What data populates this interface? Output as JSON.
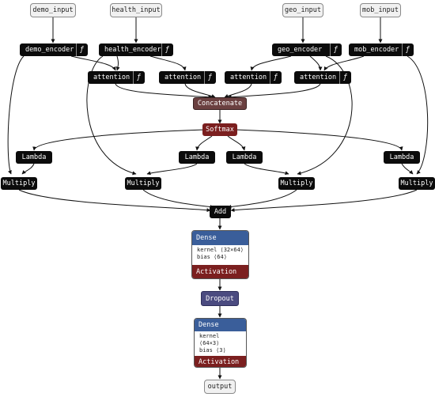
{
  "inputs": {
    "demo": "demo_input",
    "health": "health_input",
    "geo": "geo_input",
    "mob": "mob_input"
  },
  "encoders": {
    "demo": "demo_encoder",
    "health": "health_encoder",
    "geo": "geo_encoder",
    "mob": "mob_encoder"
  },
  "attention": {
    "label": "attention",
    "fn_symbol": "ƒ"
  },
  "concatenate": "Concatenate",
  "softmax": "Softmax",
  "lambda": "Lambda",
  "multiply": "Multiply",
  "add": "Add",
  "dense1": {
    "title": "Dense",
    "kernel": "kernel ⟨32×64⟩",
    "bias": "bias ⟨64⟩",
    "activation": "Activation"
  },
  "dropout": "Dropout",
  "dense2": {
    "title": "Dense",
    "kernel": "kernel ⟨64×3⟩",
    "bias": "bias ⟨3⟩",
    "activation": "Activation"
  },
  "output": "output",
  "colors": {
    "io_fill": "#f1f1f1",
    "layer_fill": "#0b0b0b",
    "concatenate": "#6b4040",
    "softmax": "#7b1f1f",
    "dense_header": "#3a5e9a",
    "activation": "#7b1f1f",
    "dropout": "#4b4b80"
  }
}
